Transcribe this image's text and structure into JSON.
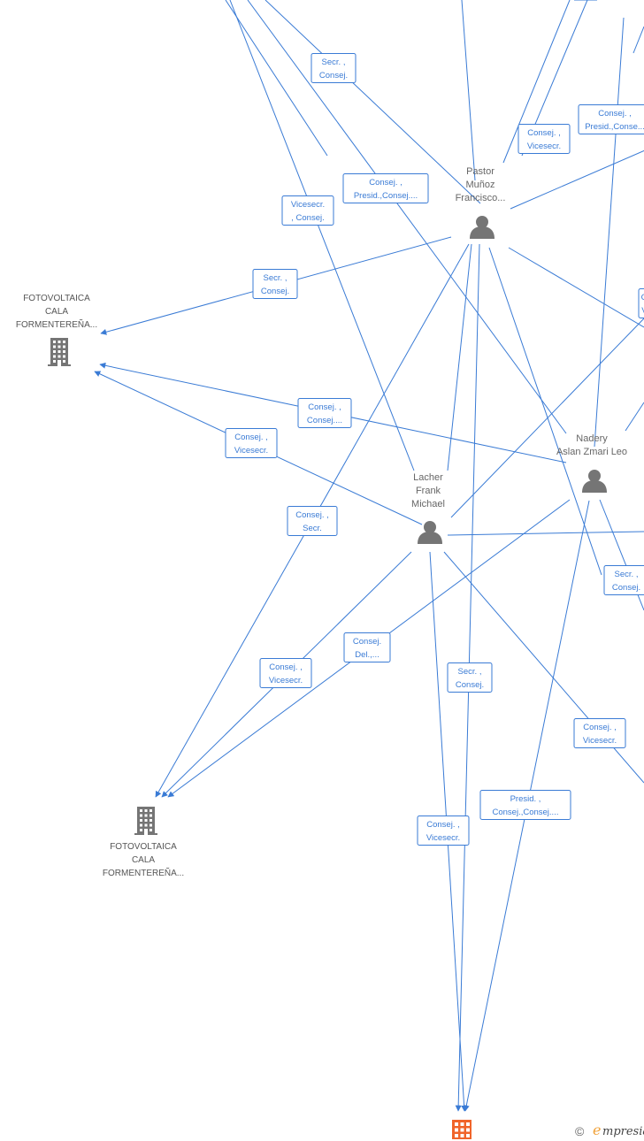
{
  "persons": [
    {
      "id": "pastor",
      "lines": [
        "Pastor",
        "Muñoz",
        "Francisco..."
      ]
    },
    {
      "id": "lacher",
      "lines": [
        "Lacher",
        "Frank",
        "Michael"
      ]
    },
    {
      "id": "nadery",
      "lines": [
        "Nadery",
        "Aslan Zmari Leo"
      ]
    }
  ],
  "companies": [
    {
      "id": "comp1",
      "lines": [
        "FOTOVOLTAICA",
        "CALA",
        "FORMENTEREÑA..."
      ],
      "color": "#757575"
    },
    {
      "id": "comp2",
      "lines": [
        "FOTOVOLTAICA",
        "CALA",
        "FORMENTEREÑA..."
      ],
      "color": "#757575"
    },
    {
      "id": "comp3",
      "lines": [],
      "color": "#f0642a"
    }
  ],
  "edge_labels": [
    {
      "id": "l1",
      "lines": [
        "Secr. ,",
        "Consej."
      ]
    },
    {
      "id": "l2",
      "lines": [
        "Consej. ,",
        "Vicesecr."
      ]
    },
    {
      "id": "l3",
      "lines": [
        "Consej. ,",
        "Presid.,Conse..."
      ]
    },
    {
      "id": "l4",
      "lines": [
        "Consej. ,",
        "Presid.,Consej...."
      ]
    },
    {
      "id": "l5",
      "lines": [
        "Vicesecr.",
        ", Consej."
      ]
    },
    {
      "id": "l6",
      "lines": [
        "Secr. ,",
        "Consej."
      ]
    },
    {
      "id": "l7",
      "lines": [
        "C...",
        "V..."
      ]
    },
    {
      "id": "l8",
      "lines": [
        "Consej. ,",
        "Consej...."
      ]
    },
    {
      "id": "l9",
      "lines": [
        "Consej. ,",
        "Vicesecr."
      ]
    },
    {
      "id": "l10",
      "lines": [
        "Consej. ,",
        "Secr."
      ]
    },
    {
      "id": "l11",
      "lines": [
        "Secr. ,",
        "Consej."
      ]
    },
    {
      "id": "l12",
      "lines": [
        "Consej.",
        "Del.,..."
      ]
    },
    {
      "id": "l13",
      "lines": [
        "Consej. ,",
        "Vicesecr."
      ]
    },
    {
      "id": "l14",
      "lines": [
        "Secr. ,",
        "Consej."
      ]
    },
    {
      "id": "l15",
      "lines": [
        "Consej. ,",
        "Vicesecr."
      ]
    },
    {
      "id": "l16",
      "lines": [
        "Presid. ,",
        "Consej.,Consej...."
      ]
    },
    {
      "id": "l17",
      "lines": [
        "Consej. ,",
        "Vicesecr."
      ]
    }
  ],
  "footer": {
    "copyright": "©",
    "brand_initial": "e",
    "brand_rest": "mpresia"
  },
  "colors": {
    "edge": "#3a7bd5",
    "person": "#757575",
    "company": "#757575",
    "company_highlight": "#f0642a"
  }
}
